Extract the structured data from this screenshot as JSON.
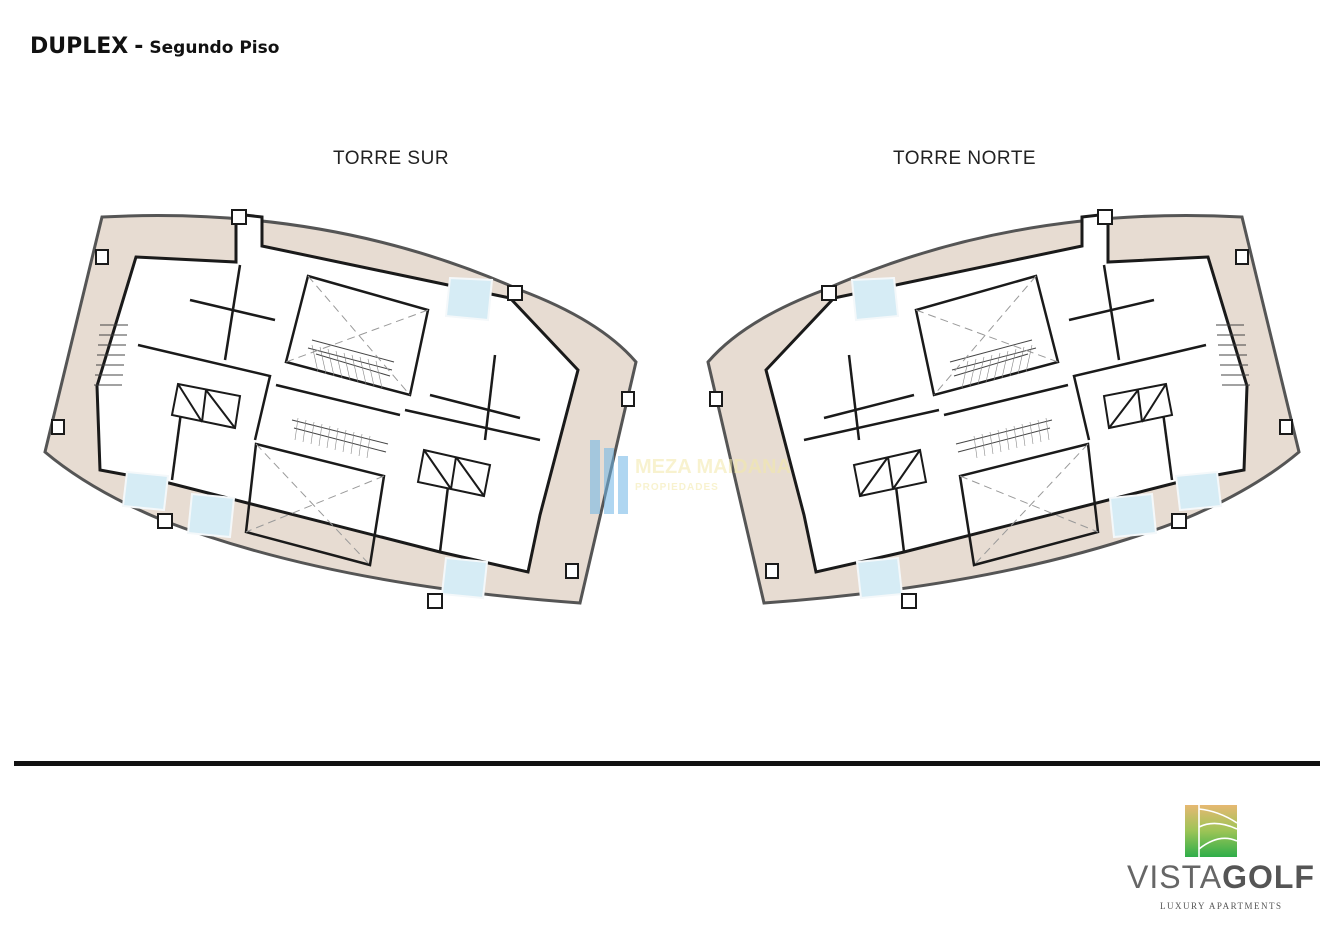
{
  "header": {
    "title": "DUPLEX",
    "separator": "-",
    "subtitle": "Segundo Piso"
  },
  "plans": [
    {
      "label": "TORRE SUR"
    },
    {
      "label": "TORRE NORTE"
    }
  ],
  "watermark": {
    "line1": "MEZA MAIDANA",
    "line2": "PROPIEDADES"
  },
  "brand": {
    "name_light": "VISTA",
    "name_bold": "GOLF",
    "tagline": "LUXURY APARTMENTS"
  },
  "colors": {
    "terrace": "#e7dcd2",
    "pool": "#d6ecf5",
    "wall": "#1a1a1a",
    "rule": "#111111"
  }
}
